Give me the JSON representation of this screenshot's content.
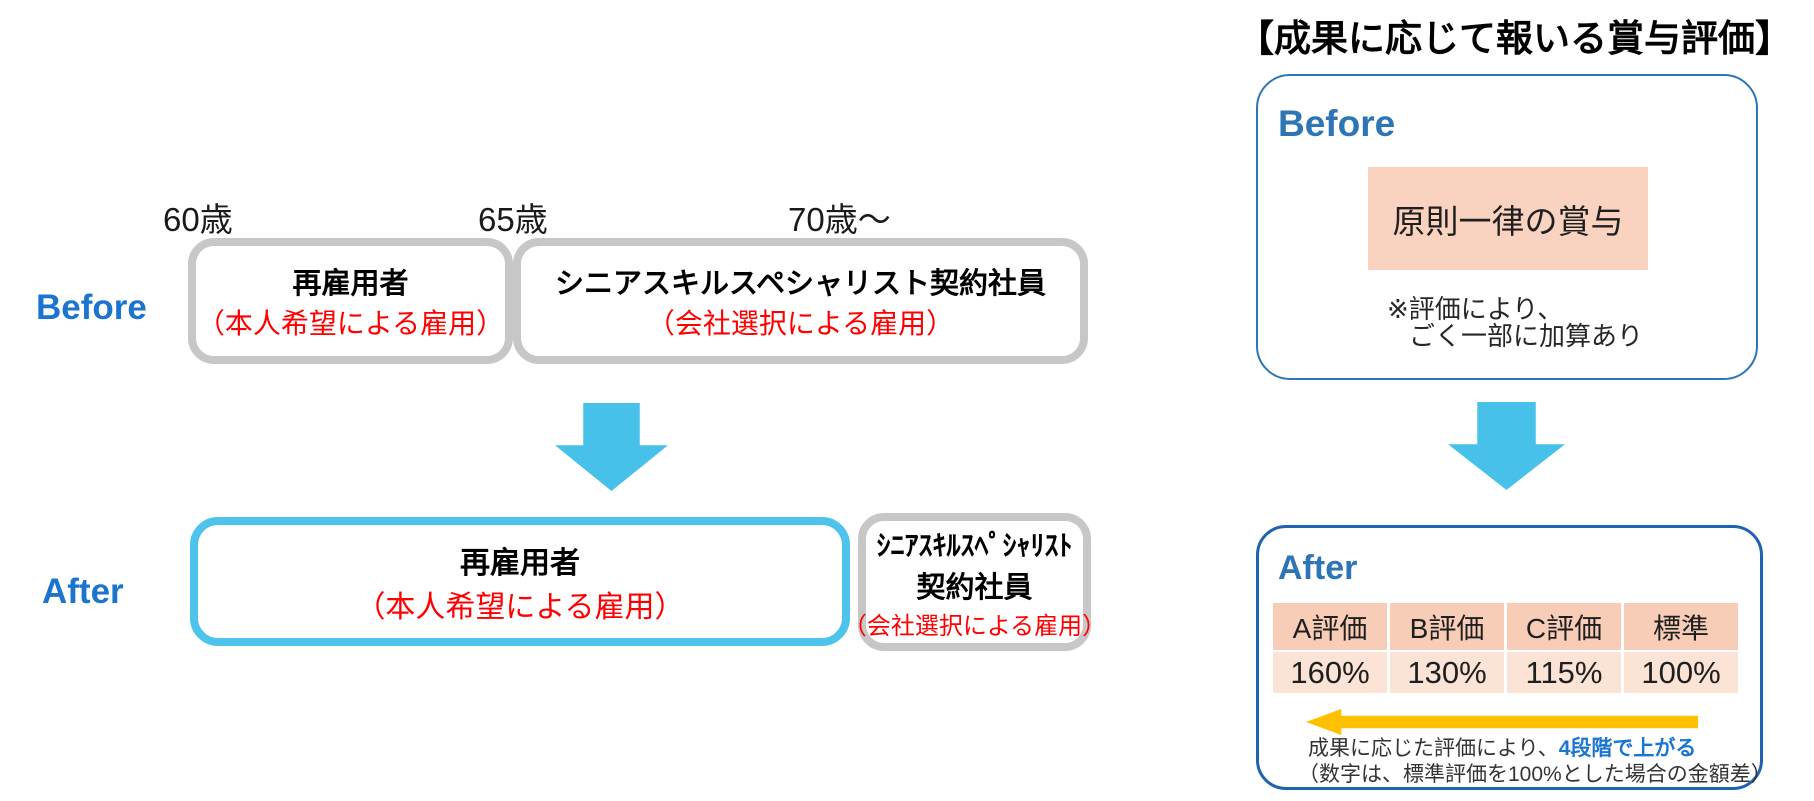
{
  "colors": {
    "arrow_blue": "#47C1EA",
    "box_gray_border": "#C8C6C6",
    "box_blue_border": "#4EC3EC",
    "red_text": "#FF0000",
    "label_blue_left": "#1B75CF",
    "label_blue_panel": "#2E75B6",
    "after_card_border": "#1E63B0",
    "table_header_pink": "#F8CDB8",
    "table_value_pink": "#FBE3D6",
    "highlight_pink": "#F9D3BF",
    "gold_arrow": "#FFC000"
  },
  "timeline": {
    "age_labels": [
      "60歳",
      "65歳",
      "70歳〜"
    ],
    "before_label": "Before",
    "after_label": "After",
    "before_boxes": [
      {
        "title": "再雇用者",
        "subtitle": "（本人希望による雇用）"
      },
      {
        "title": "シニアスキルスペシャリスト契約社員",
        "subtitle": "（会社選択による雇用）"
      }
    ],
    "after_boxes": [
      {
        "title": "再雇用者",
        "subtitle": "（本人希望による雇用）"
      },
      {
        "line1": "ｼﾆｱｽｷﾙｽﾍﾟｼｬﾘｽﾄ",
        "line2": "契約社員",
        "subtitle": "（会社選択による雇用）"
      }
    ]
  },
  "bonus_panel": {
    "title": "【成果に応じて報いる賞与評価】",
    "before": {
      "label": "Before",
      "highlight": "原則一律の賞与",
      "note_line1": "※評価により、",
      "note_line2": "ごく一部に加算あり"
    },
    "after": {
      "label": "After",
      "table": {
        "headers": [
          "A評価",
          "B評価",
          "C評価",
          "標準"
        ],
        "values": [
          "160%",
          "130%",
          "115%",
          "100%"
        ]
      },
      "caption_normal": "成果に応じた評価により、",
      "caption_bold": "4段階で上がる",
      "caption_sub": "（数字は、標準評価を100%とした場合の金額差）"
    }
  }
}
